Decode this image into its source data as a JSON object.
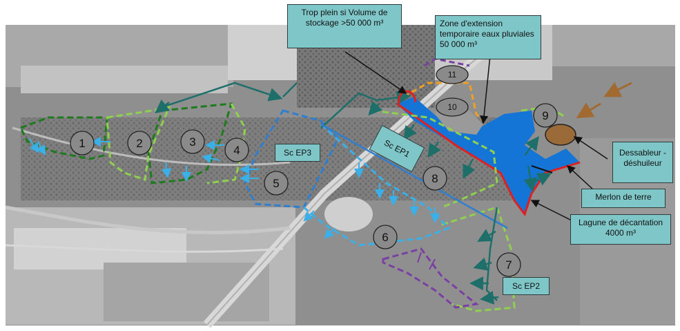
{
  "callouts": {
    "trop_plein": "Trop plein si Volume de stockage >50 000 m³",
    "zone_extension": "Zone d'extension temporaire eaux pluviales 50 000 m³",
    "dessableur": "Dessableur -déshuileur",
    "merlon": "Merlon de terre",
    "lagune": "Lagune de décantation 4000 m³"
  },
  "sub_catchments": {
    "ep1": "Sc EP1",
    "ep2": "Sc EP2",
    "ep3": "Sc EP3"
  },
  "zones": [
    "1",
    "2",
    "3",
    "4",
    "5",
    "6",
    "7",
    "8",
    "9",
    "10",
    "11"
  ],
  "colors": {
    "dark_green_dash": "#1d7a1d",
    "light_green_dash": "#8fd14f",
    "teal_line": "#1e6f6a",
    "blue_dash": "#2f7fd0",
    "light_blue_dash": "#3ab0e8",
    "purple_dash": "#7b3fa3",
    "orange_dash": "#f0a020",
    "water": "#1475d6",
    "red_edge": "#e02020",
    "brown_arrow": "#a06a30",
    "callout_fill": "#7fc6c8"
  }
}
